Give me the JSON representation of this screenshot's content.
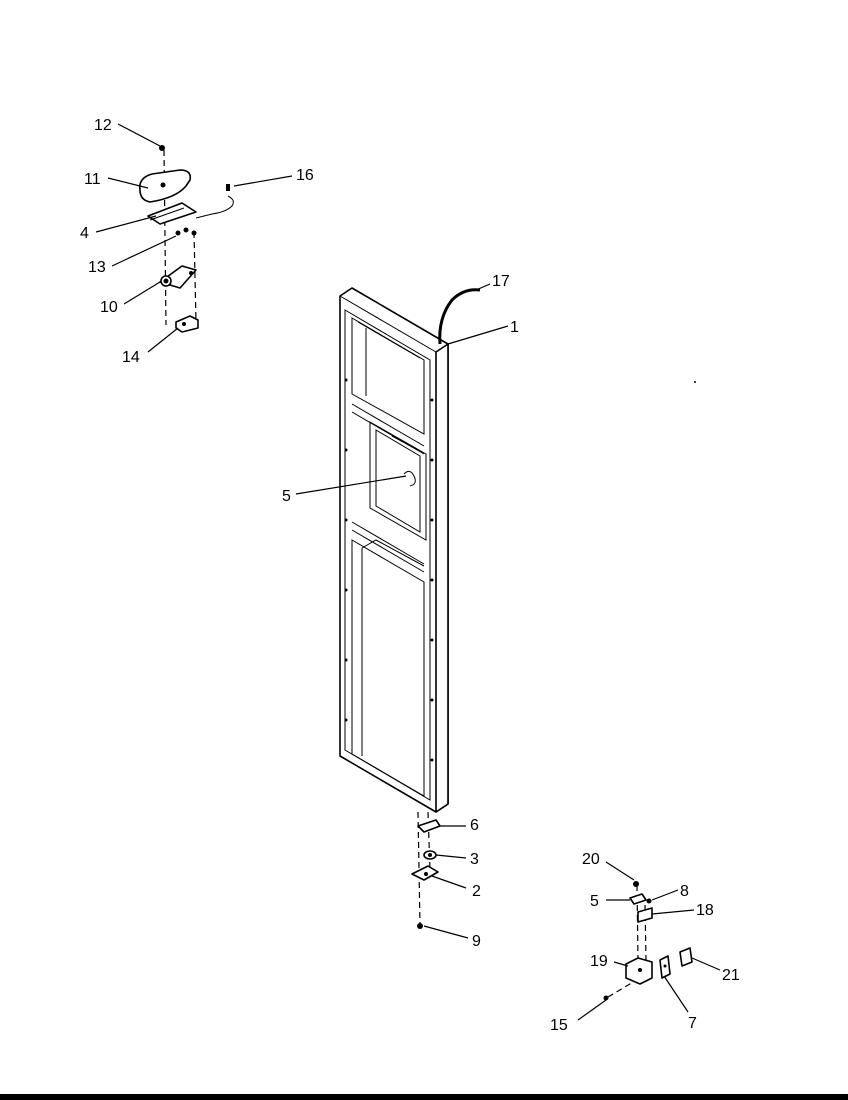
{
  "callouts": {
    "c1": "1",
    "c2": "2",
    "c3": "3",
    "c4": "4",
    "c5a": "5",
    "c5b": "5",
    "c6": "6",
    "c7": "7",
    "c8": "8",
    "c9": "9",
    "c10": "10",
    "c11": "11",
    "c12": "12",
    "c13": "13",
    "c14": "14",
    "c15": "15",
    "c16": "16",
    "c17": "17",
    "c18": "18",
    "c19": "19",
    "c20": "20",
    "c21": "21"
  }
}
